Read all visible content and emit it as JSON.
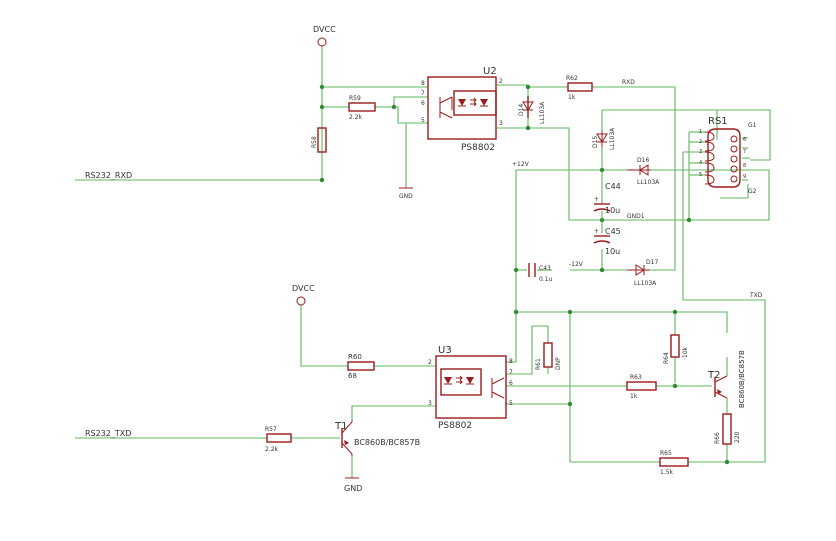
{
  "nets": {
    "dvcc_top": "DVCC",
    "dvcc_bottom": "DVCC",
    "rs232_rxd": "RS232_RXD",
    "rs232_txd": "RS232_TXD",
    "gnd_u2": "GND",
    "gnd_t1": "GND",
    "rxd": "RXD",
    "txd": "TXD",
    "p12v": "+12V",
    "m12v": "-12V",
    "gnd1": "GND1"
  },
  "u2": {
    "ref": "U2",
    "value": "PS8802",
    "pins": [
      "8",
      "7",
      "6",
      "5",
      "2",
      "3"
    ]
  },
  "u3": {
    "ref": "U3",
    "value": "PS8802",
    "pins": [
      "2",
      "3",
      "8",
      "7",
      "6",
      "5"
    ]
  },
  "rs1": {
    "ref": "RS1",
    "g1": "G1",
    "g2": "G2",
    "pins": [
      "1",
      "2",
      "3",
      "4",
      "5",
      "6",
      "7",
      "8",
      "9"
    ]
  },
  "resistors": {
    "r58": {
      "ref": "R58",
      "value": ""
    },
    "r59": {
      "ref": "R59",
      "value": "2.2k"
    },
    "r62": {
      "ref": "R62",
      "value": "1k"
    },
    "r60": {
      "ref": "R60",
      "value": "68"
    },
    "r57": {
      "ref": "R57",
      "value": "2.2k"
    },
    "r61": {
      "ref": "R61",
      "value": "DNP"
    },
    "r63": {
      "ref": "R63",
      "value": "1k"
    },
    "r64": {
      "ref": "R64",
      "value": "10k"
    },
    "r66": {
      "ref": "R66",
      "value": "220"
    },
    "r65": {
      "ref": "R65",
      "value": "1.5k"
    }
  },
  "diodes": {
    "d14": {
      "ref": "D14",
      "value": "LL103A"
    },
    "d15": {
      "ref": "D15",
      "value": "LL103A"
    },
    "d16": {
      "ref": "D16",
      "value": "LL103A"
    },
    "d17": {
      "ref": "D17",
      "value": "LL103A"
    }
  },
  "capacitors": {
    "c44": {
      "ref": "C44",
      "value": "10u"
    },
    "c45": {
      "ref": "C45",
      "value": "10u"
    },
    "c43": {
      "ref": "C43",
      "value": "0.1u"
    }
  },
  "transistors": {
    "t1": {
      "ref": "T1",
      "value": "BC860B/BC857B"
    },
    "t2": {
      "ref": "T2",
      "value": "BC860B/BC857B"
    }
  }
}
